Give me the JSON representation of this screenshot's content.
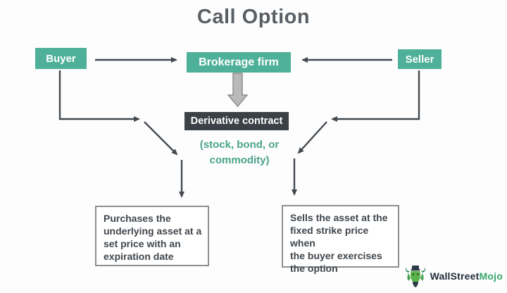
{
  "title": "Call Option",
  "nodes": {
    "buyer": "Buyer",
    "brokerage": "Brokerage firm",
    "seller": "Seller",
    "derivative_contract": "Derivative contract",
    "asset_caption": "(stock, bond, or\ncommodity)",
    "buyer_outcome": "Purchases the\nunderlying asset at a\nset price with an\nexpiration date",
    "seller_outcome": "Sells the asset at the\nfixed strike price when\nthe buyer exercises\nthe option"
  },
  "logo": {
    "brand_dark": "WallStreet",
    "brand_accent": "Mojo"
  },
  "colors": {
    "teal": "#4eb098",
    "dark": "#3b4147",
    "arrow": "#43494f",
    "caption": "#4aa38c",
    "title": "#595f64",
    "text_dark": "#3f464c",
    "box_border": "#8f8f8f",
    "logo_dark": "#1e2b39",
    "logo_green": "#3aa86e"
  }
}
